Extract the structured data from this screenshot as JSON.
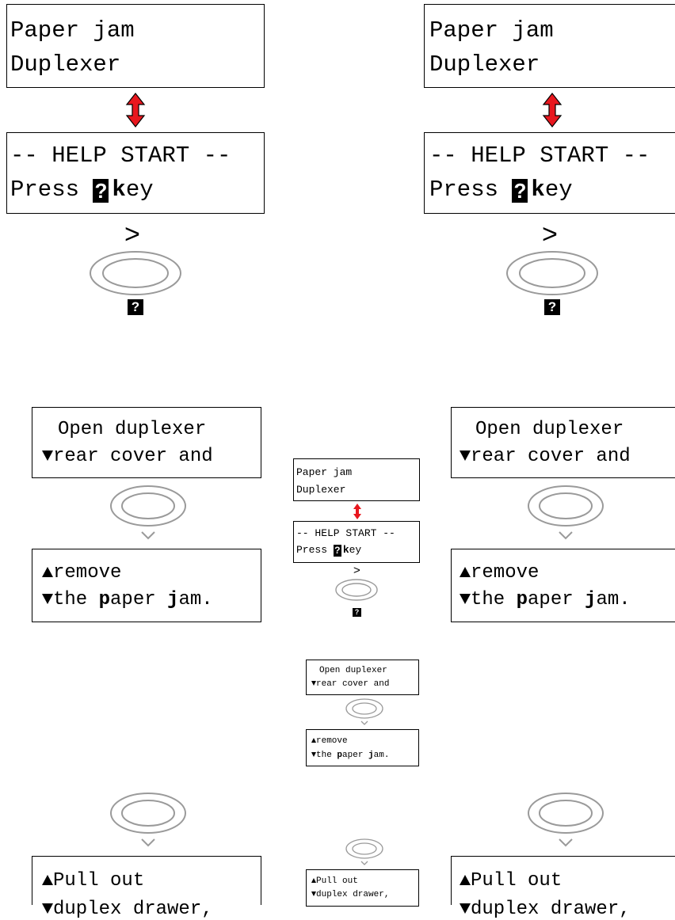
{
  "screens": {
    "paper_jam": {
      "line1": "Paper jam",
      "line2": "Duplexer"
    },
    "help_start": {
      "line1": "-- HELP START --",
      "line2_pre": "Press ",
      "key": "?",
      "line2_k": "k",
      "line2_post": "ey"
    },
    "open_duplexer": {
      "line1": "Open duplexer",
      "line2": "rear cover and"
    },
    "remove": {
      "line1": "remove",
      "line2_pre": "the ",
      "line2_p": "p",
      "line2_mid": "aper ",
      "line2_j": "j",
      "line2_post": "am."
    },
    "pull_out": {
      "line1": "Pull out",
      "line2": "duplex drawer,"
    }
  },
  "keys": {
    "next_symbol": ">",
    "help_symbol": "?"
  },
  "colors": {
    "arrow": "#e8171e",
    "dial": "#9a9a9a"
  },
  "icons": {
    "double_arrow": "red-double-arrow-icon",
    "dial": "dial-key-icon",
    "triangle_up": "triangle-up-icon",
    "triangle_down": "triangle-down-icon"
  }
}
